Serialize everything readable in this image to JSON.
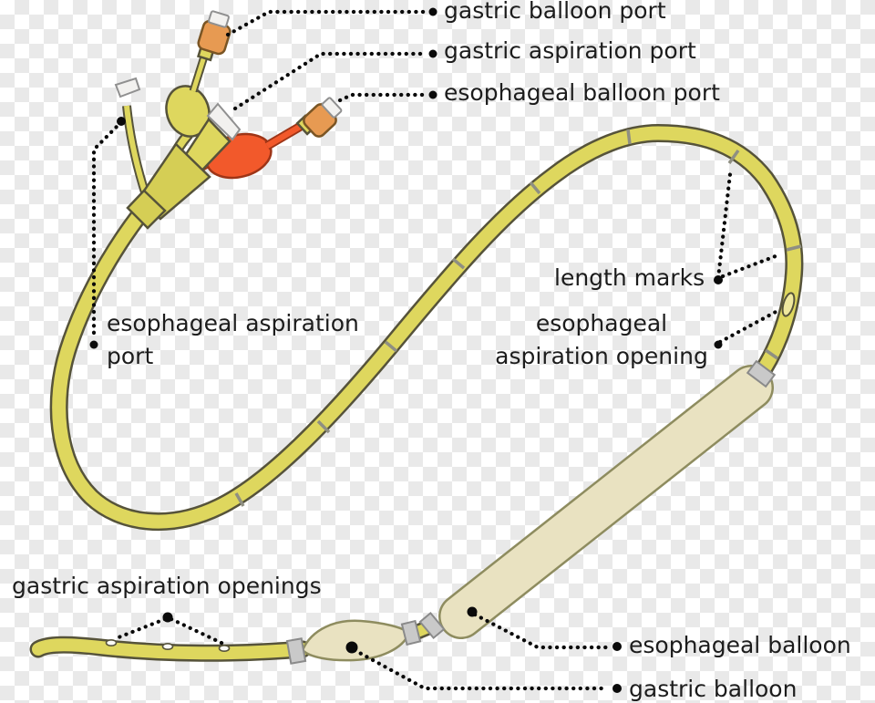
{
  "labels": {
    "gastric_balloon_port": "gastric balloon port",
    "gastric_aspiration_port": "gastric aspiration port",
    "esophageal_balloon_port": "esophageal balloon port",
    "esophageal_aspiration_port": "esophageal aspiration\nport",
    "length_marks": "length marks",
    "esophageal_aspiration_opening": "esophageal\naspiration opening",
    "gastric_aspiration_openings": "gastric aspiration openings",
    "esophageal_balloon": "esophageal balloon",
    "gastric_balloon": "gastric balloon"
  },
  "colors": {
    "checker_gray": "#e9e9e9",
    "text_black": "#1c1c1c",
    "leader_black": "#0a0a0a",
    "tube_yellow": "#ded75e",
    "tube_yellow_dark": "#d5ce55",
    "outline_dark": "#56533a",
    "balloon_beige": "#e9e2c1",
    "balloon_outline": "#8e8c5f",
    "red_tube": "#f2592b",
    "red_outline": "#9e3517",
    "connector_orange": "#e79a52",
    "connector_outline": "#7a5524",
    "cap_white": "#f2f1ef",
    "cap_outline": "#909090",
    "band_gray": "#c9c9c9",
    "band_outline": "#8a8a8a",
    "mark_gray": "#8f8f82"
  }
}
